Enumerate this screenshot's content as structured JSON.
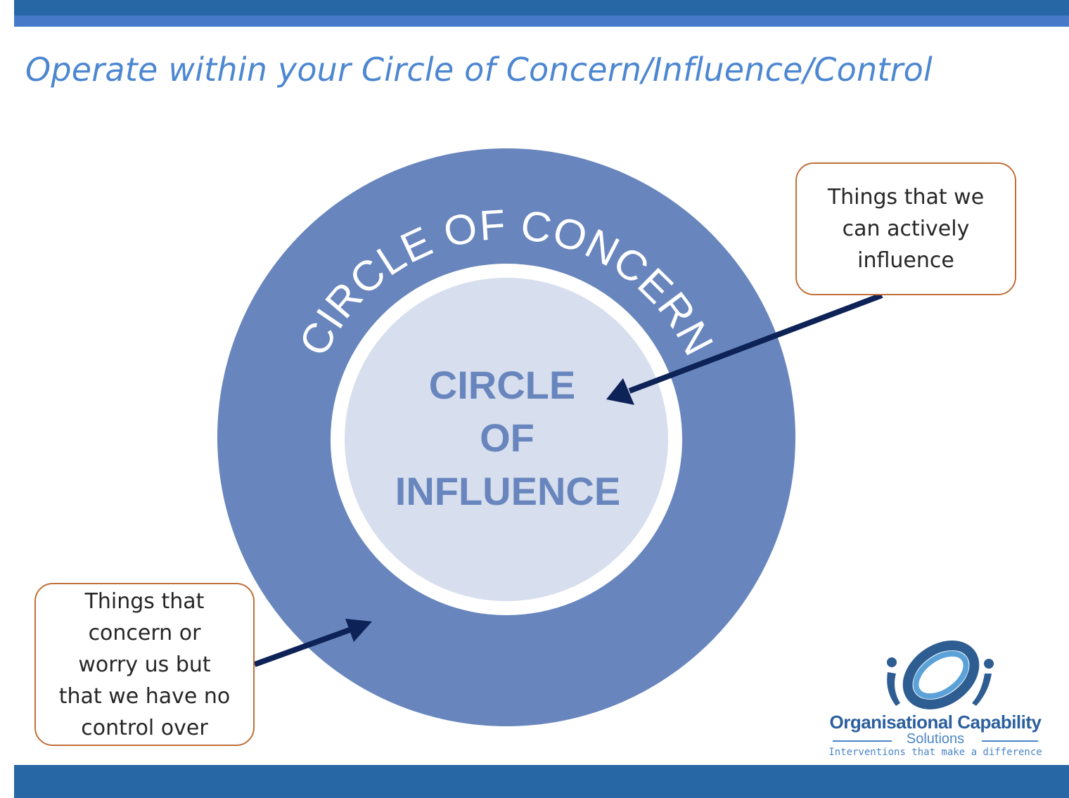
{
  "slide": {
    "title": "Operate within your Circle of Concern/Influence/Control"
  },
  "diagram": {
    "outer_label": "CIRCLE OF CONCERN",
    "inner_label_lines": [
      "CIRCLE",
      "OF",
      "INFLUENCE"
    ],
    "colors": {
      "outer_circle": "#6886bd",
      "inner_circle": "#d7deee",
      "inner_text": "#6886bd",
      "arrow": "#0d2257",
      "callout_border": "#c0703a",
      "title": "#4d87d1"
    }
  },
  "callouts": {
    "influence": "Things that we\ncan actively\ninfluence",
    "concern": "Things that\nconcern or\nworry us but\nthat we have no\ncontrol over"
  },
  "logo": {
    "name": "Organisational Capability",
    "sub": "Solutions",
    "tagline": "Interventions that make a difference"
  }
}
